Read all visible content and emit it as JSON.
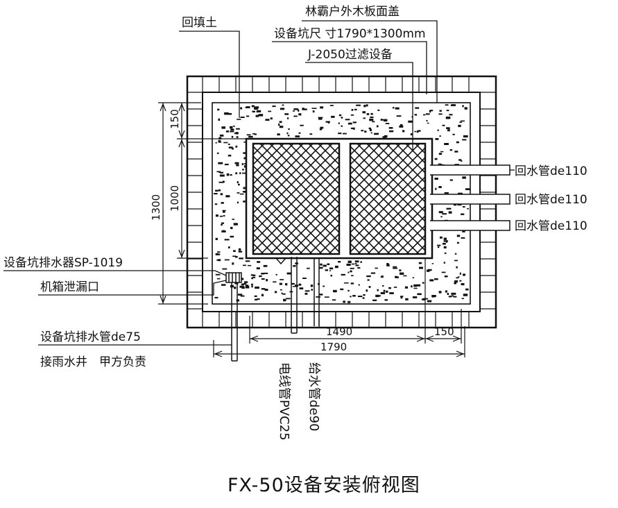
{
  "title": "FX-50设备安装俯视图",
  "labels": {
    "backfill": "回填土",
    "cover": "林霸户外木板面盖",
    "pit_size": "设备坑尺 寸1790*1300mm",
    "filter": "J-2050过滤设备",
    "return_pipe_1": "回水管de110",
    "return_pipe_2": "回水管de110",
    "return_pipe_3": "回水管de110",
    "drain_device": "设备坑排水器SP-1019",
    "leak_outlet": "机箱泄漏口",
    "drain_pipe": "设备坑排水管de75",
    "rain_well": "接雨水井　甲方负责",
    "supply_pipe": "给水管de90",
    "conduit": "电线管PVC25"
  },
  "dimensions": {
    "d150_left": "150",
    "d1000": "1000",
    "d1300": "1300",
    "d1490": "1490",
    "d150_bottom": "150",
    "d1790": "1790"
  },
  "colors": {
    "line": "#111111",
    "background": "#ffffff"
  }
}
